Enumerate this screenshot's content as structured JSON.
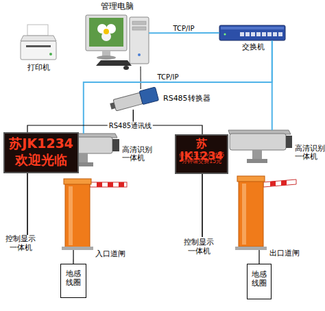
{
  "diagram": {
    "nodes": [
      {
        "text": [
          "管理电脑"
        ]
      },
      {
        "text": [
          "打印机"
        ]
      },
      {
        "text": [
          "交换机"
        ]
      },
      {
        "text": [
          "RS485转换器"
        ]
      },
      {
        "text": [
          "苏JK1234",
          "欢迎光临",
          "控制显示 一体机"
        ]
      },
      {
        "text": [
          "高清识别 一体机"
        ]
      },
      {
        "text": [
          "入口道闸"
        ]
      },
      {
        "text": [
          "地感 线圈"
        ]
      },
      {
        "text": [
          "苏JK1234",
          "停车1天12小时36 分钟请交费15元",
          "控制显示 一体机"
        ]
      },
      {
        "text": [
          "高清识别 一体机"
        ]
      },
      {
        "text": [
          "出口道闸"
        ]
      },
      {
        "text": [
          "地感 线圈"
        ]
      }
    ],
    "edges": [
      {
        "from": 0,
        "to": 2,
        "label": "TCP/IP",
        "arrow": "none"
      },
      {
        "from": 0,
        "to": 3,
        "arrow": "none"
      },
      {
        "from": 2,
        "to": 5,
        "label": "TCP/IP",
        "arrow": "none"
      },
      {
        "from": 2,
        "to": 9,
        "arrow": "none"
      },
      {
        "from": 3,
        "to": 4,
        "label": "RS485通讯线",
        "arrow": "none"
      },
      {
        "from": 3,
        "to": 8,
        "arrow": "none"
      },
      {
        "from": 6,
        "to": 7,
        "arrow": "none"
      },
      {
        "from": 10,
        "to": 11,
        "arrow": "none"
      }
    ]
  }
}
